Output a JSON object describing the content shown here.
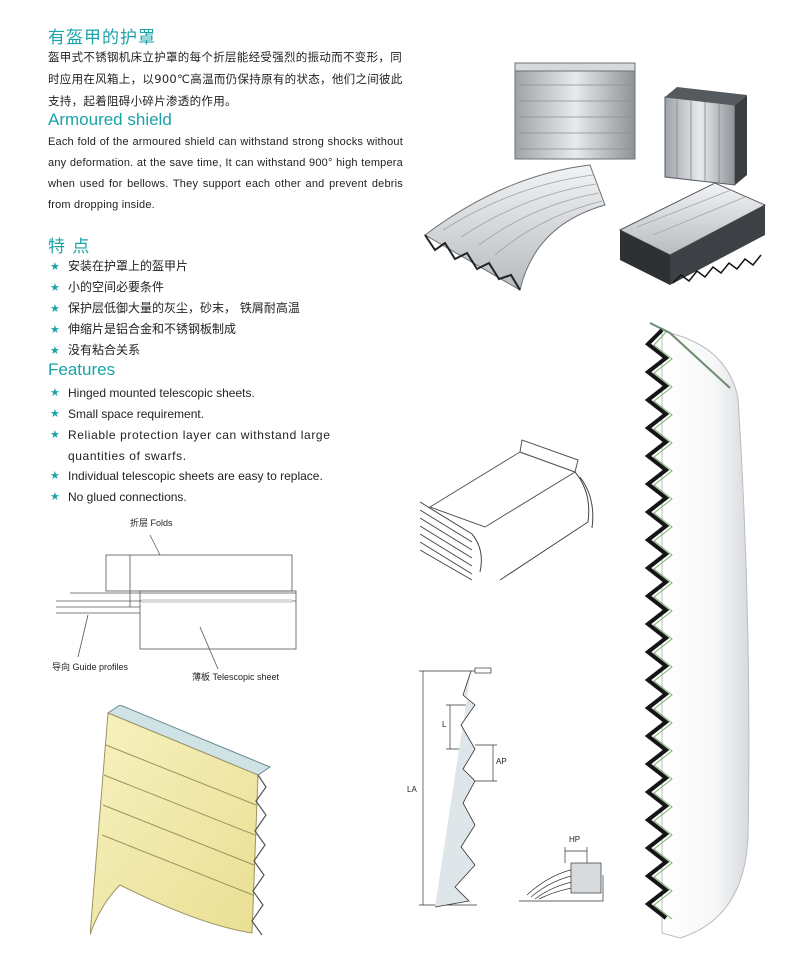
{
  "cn_section": {
    "title": "有盔甲的护罩",
    "paragraph": "盔甲式不锈钢机床立护罩的每个折层能经受强烈的振动而不变形，同时应用在风箱上，以900℃高温而仍保持原有的状态，他们之间彼此支持，起着阻碍小碎片渗透的作用。"
  },
  "en_section": {
    "title": "Armoured shield",
    "paragraph": "Each fold of the armoured shield can withstand strong shocks without any deformation. at the save time, It can withstand 900°  high tempera when used for bellows. They support each other and prevent debris from dropping inside."
  },
  "features_cn": {
    "title": "特  点",
    "items": [
      "安装在护罩上的盔甲片",
      "小的空间必要条件",
      "保护层低御大量的灰尘，砂末， 铁屑耐高温",
      "伸缩片是铝合金和不锈钢板制成",
      "没有粘合关系"
    ]
  },
  "features_en": {
    "title": "Features",
    "items": [
      "Hinged mounted telescopic sheets.",
      "Small space requirement.",
      " Reliable protection layer can withstand large quantities of swarfs.",
      "Individual telescopic sheets are easy to replace.",
      "No glued connections."
    ]
  },
  "diagram": {
    "folds_label": "折层 Folds",
    "guide_label": "导向 Guide profiles",
    "sheet_label": "薄板 Telescopic sheet"
  },
  "dimensions": {
    "l": "L",
    "ap": "AP",
    "la": "LA",
    "hp": "HP"
  },
  "colors": {
    "accent": "#1aa3a8",
    "yellow_sheet": "#f3ecb0",
    "metal": "#c9ccd0"
  },
  "icons": [
    "star-bullet-icon"
  ]
}
